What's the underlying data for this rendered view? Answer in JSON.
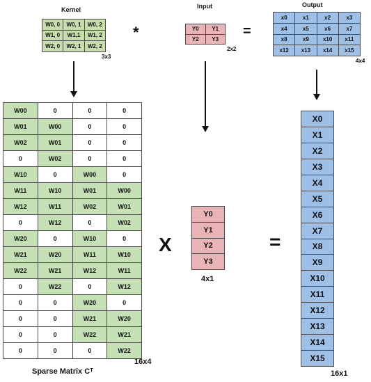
{
  "top": {
    "kernel_label": "Kernel",
    "kernel_dim": "3x3",
    "kernel": [
      [
        "W0, 0",
        "W0, 1",
        "W0, 2"
      ],
      [
        "W1, 0",
        "W1,1",
        "W1, 2"
      ],
      [
        "W2, 0",
        "W2, 1",
        "W2, 2"
      ]
    ],
    "conv_op": "*",
    "input_label": "Input",
    "input_dim": "2x2",
    "input": [
      [
        "Y0",
        "Y1"
      ],
      [
        "Y2",
        "Y3"
      ]
    ],
    "equals": "=",
    "output_label": "Output",
    "output_dim": "4x4",
    "output": [
      [
        "x0",
        "x1",
        "x2",
        "x3"
      ],
      [
        "x4",
        "x5",
        "x6",
        "x7"
      ],
      [
        "x8",
        "x9",
        "x10",
        "x11"
      ],
      [
        "x12",
        "x13",
        "x14",
        "x15"
      ]
    ]
  },
  "sparse": {
    "rows": [
      [
        "W00",
        "0",
        "0",
        "0"
      ],
      [
        "W01",
        "W00",
        "0",
        "0"
      ],
      [
        "W02",
        "W01",
        "0",
        "0"
      ],
      [
        "0",
        "W02",
        "0",
        "0"
      ],
      [
        "W10",
        "0",
        "W00",
        "0"
      ],
      [
        "W11",
        "W10",
        "W01",
        "W00"
      ],
      [
        "W12",
        "W11",
        "W02",
        "W01"
      ],
      [
        "0",
        "W12",
        "0",
        "W02"
      ],
      [
        "W20",
        "0",
        "W10",
        "0"
      ],
      [
        "W21",
        "W20",
        "W11",
        "W10"
      ],
      [
        "W22",
        "W21",
        "W12",
        "W11"
      ],
      [
        "0",
        "W22",
        "0",
        "W12"
      ],
      [
        "0",
        "0",
        "W20",
        "0"
      ],
      [
        "0",
        "0",
        "W21",
        "W20"
      ],
      [
        "0",
        "0",
        "W22",
        "W21"
      ],
      [
        "0",
        "0",
        "0",
        "W22"
      ]
    ],
    "dim": "16x4",
    "caption": "Sparse Matrix Cᵀ"
  },
  "multiply": "X",
  "yvec": {
    "items": [
      "Y0",
      "Y1",
      "Y2",
      "Y3"
    ],
    "dim": "4x1"
  },
  "equals2": "=",
  "xvec": {
    "items": [
      "X0",
      "X1",
      "X2",
      "X3",
      "X4",
      "X5",
      "X6",
      "X7",
      "X8",
      "X9",
      "X10",
      "X11",
      "X12",
      "X13",
      "X14",
      "X15"
    ],
    "dim": "16x1"
  },
  "colors": {
    "kernel_fill": "#c7deac",
    "nonzero_fill": "#c5e0b4",
    "input_fill": "#eab4b6",
    "output_fill": "#9ebfe6"
  }
}
